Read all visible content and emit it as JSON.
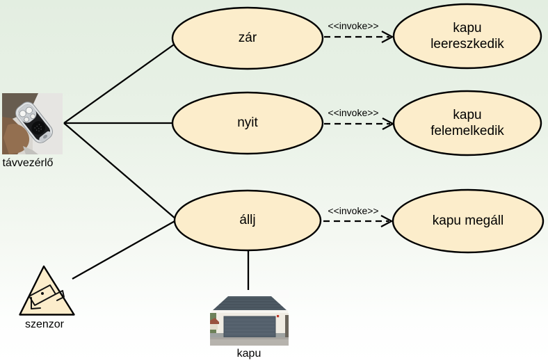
{
  "diagram_type": "uml-use-case",
  "actors": {
    "remote": {
      "label": "távvezérlő",
      "image": "remote-control-photo"
    },
    "sensor": {
      "label": "szenzor",
      "icon": "cctv-camera-icon",
      "shape": "warning-triangle"
    },
    "gate": {
      "label": "kapu",
      "image": "garage-door-photo"
    }
  },
  "use_cases": {
    "zar": {
      "label": "zár"
    },
    "nyit": {
      "label": "nyit"
    },
    "allj": {
      "label": "állj"
    },
    "leereszkedik": {
      "label": "kapu leereszkedik"
    },
    "felemelkedik": {
      "label": "kapu felemelkedik"
    },
    "megall": {
      "label": "kapu megáll"
    }
  },
  "stereotypes": {
    "invoke": "<<invoke>>"
  },
  "relations": [
    {
      "from": "távvezérlő",
      "to": "zár",
      "style": "solid"
    },
    {
      "from": "távvezérlő",
      "to": "nyit",
      "style": "solid"
    },
    {
      "from": "távvezérlő",
      "to": "állj",
      "style": "solid"
    },
    {
      "from": "szenzor",
      "to": "állj",
      "style": "solid"
    },
    {
      "from": "állj",
      "to": "kapu",
      "style": "solid"
    },
    {
      "from": "zár",
      "to": "kapu leereszkedik",
      "style": "dashed-arrow",
      "stereotype": "<<invoke>>"
    },
    {
      "from": "nyit",
      "to": "kapu felemelkedik",
      "style": "dashed-arrow",
      "stereotype": "<<invoke>>"
    },
    {
      "from": "állj",
      "to": "kapu megáll",
      "style": "dashed-arrow",
      "stereotype": "<<invoke>>"
    }
  ],
  "colors": {
    "node_fill": "#fcedcb",
    "outline": "#000000",
    "background_top": "#e3eee1",
    "background_bottom": "#ffffff",
    "text": "#000000"
  }
}
